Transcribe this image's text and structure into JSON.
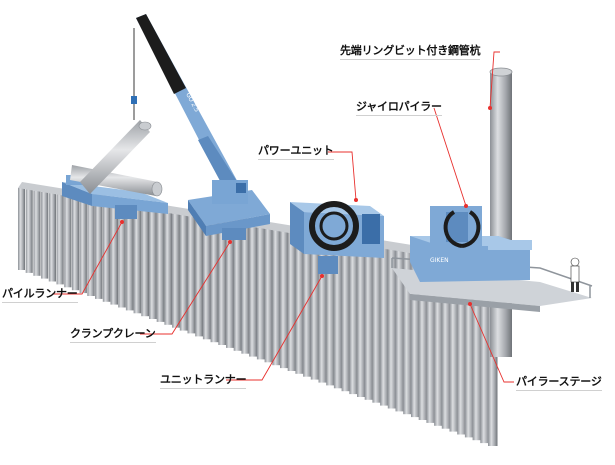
{
  "labels": {
    "pile": "先端リングビット付き鋼管杭",
    "gyro": "ジャイロパイラー",
    "power": "パワーユニット",
    "pile_runner": "パイルランナー",
    "crane": "クランプクレーン",
    "unit_runner": "ユニットランナー",
    "stage": "パイラーステージ"
  },
  "unit_text": {
    "crane_boom": "GO 2.5",
    "machine_logo": "GIKEN"
  },
  "colors": {
    "machine": "#7fa9d6",
    "machine_dark": "#4f7eb4",
    "pile": "#b3b6bb",
    "pile_dark": "#7d8187",
    "leader": "#e8302e",
    "boom_black": "#1c1c1c"
  }
}
